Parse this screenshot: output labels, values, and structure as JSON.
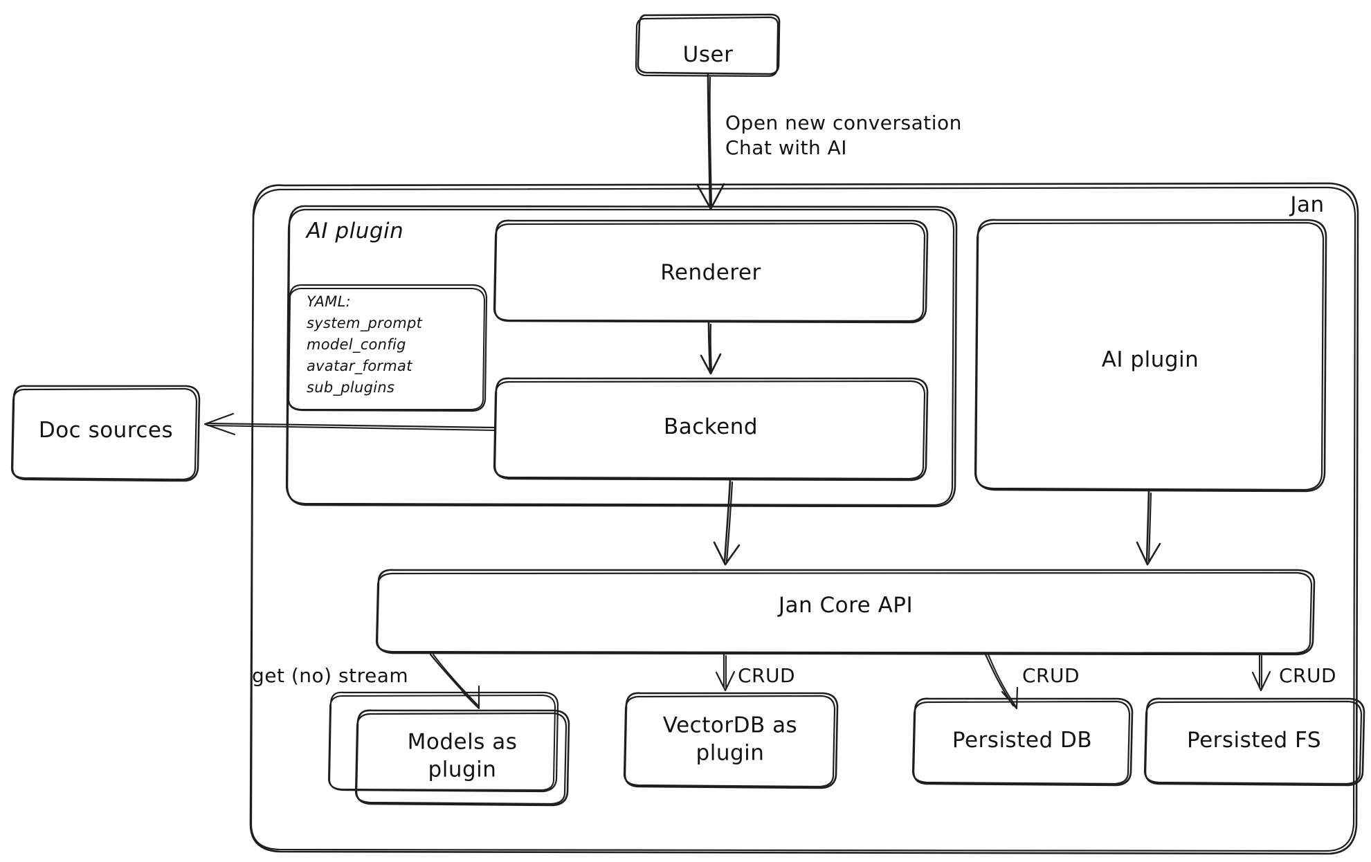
{
  "diagram": {
    "title": "Jan architecture diagram",
    "style": "hand-drawn",
    "stroke_color": "#1e1e1e",
    "background_color": "#ffffff"
  },
  "groups": {
    "jan": {
      "label": "Jan"
    },
    "ai_plugin_group": {
      "label": "AI plugin"
    }
  },
  "nodes": {
    "user": {
      "label": "User"
    },
    "renderer": {
      "label": "Renderer"
    },
    "backend": {
      "label": "Backend"
    },
    "doc_sources": {
      "label": "Doc sources"
    },
    "ai_plugin_box": {
      "label": "AI plugin"
    },
    "jan_core_api": {
      "label": "Jan Core API"
    },
    "models_as_plugin": {
      "label": "Models as\nplugin"
    },
    "vectordb_as_plugin": {
      "label": "VectorDB as\nplugin"
    },
    "persisted_db": {
      "label": "Persisted DB"
    },
    "persisted_fs": {
      "label": "Persisted FS"
    }
  },
  "yaml_card": {
    "header": "YAML:",
    "keys": [
      "system_prompt",
      "model_config",
      "avatar_format",
      "sub_plugins"
    ]
  },
  "edges": [
    {
      "id": "user-to-renderer",
      "from": "user",
      "to": "renderer",
      "label": "Open new conversation\nChat with AI"
    },
    {
      "id": "renderer-to-backend",
      "from": "renderer",
      "to": "backend",
      "label": ""
    },
    {
      "id": "backend-to-doc-sources",
      "from": "backend",
      "to": "doc_sources",
      "label": ""
    },
    {
      "id": "backend-to-core-api",
      "from": "backend",
      "to": "jan_core_api",
      "label": ""
    },
    {
      "id": "ai-plugin-to-core-api",
      "from": "ai_plugin_box",
      "to": "jan_core_api",
      "label": ""
    },
    {
      "id": "core-api-to-models",
      "from": "jan_core_api",
      "to": "models_as_plugin",
      "label": "get (no) stream"
    },
    {
      "id": "core-api-to-vectordb",
      "from": "jan_core_api",
      "to": "vectordb_as_plugin",
      "label": "CRUD"
    },
    {
      "id": "core-api-to-db",
      "from": "jan_core_api",
      "to": "persisted_db",
      "label": "CRUD"
    },
    {
      "id": "core-api-to-fs",
      "from": "jan_core_api",
      "to": "persisted_fs",
      "label": "CRUD"
    }
  ]
}
